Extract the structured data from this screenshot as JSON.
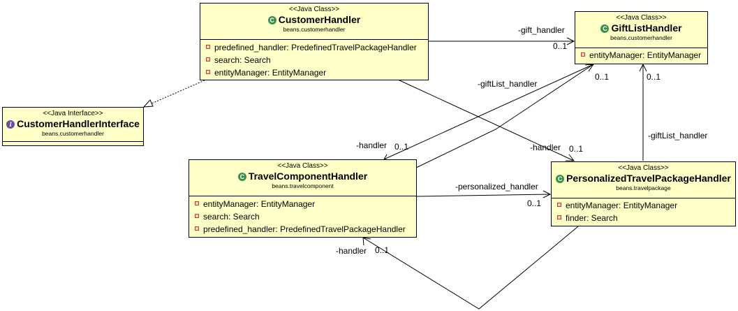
{
  "stereotypes": {
    "java_class": "<<Java Class>>",
    "java_interface": "<<Java Interface>>"
  },
  "classes": {
    "customer_handler": {
      "name": "CustomerHandler",
      "package": "beans.customerhandler",
      "attributes": [
        "predefined_handler: PredefinedTravelPackageHandler",
        "search: Search",
        "entityManager: EntityManager"
      ]
    },
    "gift_list_handler": {
      "name": "GiftListHandler",
      "package": "beans.customerhandler",
      "attributes": [
        "entityManager: EntityManager"
      ]
    },
    "customer_handler_interface": {
      "name": "CustomerHandlerInterface",
      "package": "beans.customerhandler"
    },
    "travel_component_handler": {
      "name": "TravelComponentHandler",
      "package": "beans.travelcomponent",
      "attributes": [
        "entityManager: EntityManager",
        "search: Search",
        "predefined_handler: PredefinedTravelPackageHandler"
      ]
    },
    "personalized_travel_package_handler": {
      "name": "PersonalizedTravelPackageHandler",
      "package": "beans.travelpackage",
      "attributes": [
        "entityManager: EntityManager",
        "finder: Search"
      ]
    }
  },
  "edge_labels": {
    "gift_handler": "-gift_handler",
    "gift_handler_mult": "0..1",
    "giftlist_from_tch": "-giftList_handler",
    "giftlist_from_tch_mult": "0..1",
    "handler_to_tch": "-handler",
    "handler_to_tch_mult": "0..1",
    "handler_to_ptph": "-handler",
    "handler_to_ptph_mult": "0..1",
    "giftlist_from_ptph": "-giftList_handler",
    "giftlist_from_ptph_mult": "0..1",
    "personalized_handler": "-personalized_handler",
    "personalized_handler_mult": "0..1",
    "handler_bottom": "-handler",
    "handler_bottom_mult": "0..1"
  },
  "icons": {
    "class": "class-icon",
    "interface": "interface-icon",
    "private_field": "private-field-icon"
  }
}
